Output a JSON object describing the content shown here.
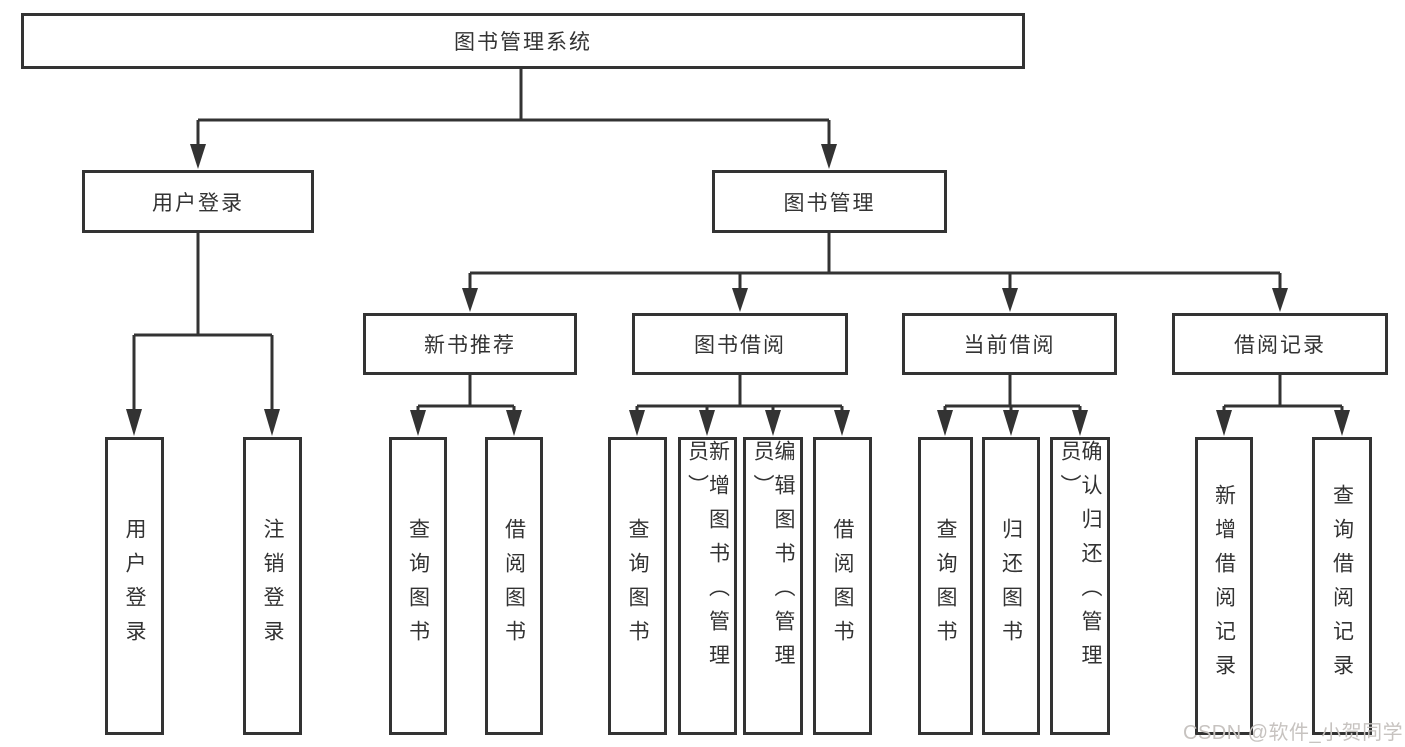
{
  "diagram": {
    "type": "tree-diagram",
    "title": "图书管理系统",
    "colors": {
      "background": "#ffffff",
      "line": "#333333",
      "box_border": "#333333",
      "box_fill": "#ffffff",
      "text": "#333333",
      "watermark_text": "#c7c3c0"
    },
    "nodes": {
      "root": {
        "label": "图书管理系统"
      },
      "userLogin": {
        "label": "用户登录"
      },
      "bookMgmt": {
        "label": "图书管理"
      },
      "newBook": {
        "label": "新书推荐"
      },
      "bookBorrow": {
        "label": "图书借阅"
      },
      "currentBorrow": {
        "label": "当前借阅"
      },
      "borrowRecord": {
        "label": "借阅记录"
      },
      "leafUserLogin": {
        "label": "用户登录"
      },
      "leafLogout": {
        "label": "注销登录"
      },
      "nbQuery": {
        "label": "查询图书"
      },
      "nbBorrow": {
        "label": "借阅图书"
      },
      "bbQuery": {
        "label": "查询图书"
      },
      "bbAdd": {
        "label": "新增图书（管理员）"
      },
      "bbEdit": {
        "label": "编辑图书（管理员）"
      },
      "bbBorrow": {
        "label": "借阅图书"
      },
      "cbQuery": {
        "label": "查询图书"
      },
      "cbReturn": {
        "label": "归还图书"
      },
      "cbConfirm": {
        "label": "确认归还（管理员）"
      },
      "brAdd": {
        "label": "新增借阅记录"
      },
      "brQuery": {
        "label": "查询借阅记录"
      }
    },
    "hierarchy": {
      "图书管理系统": [
        "用户登录",
        "图书管理"
      ],
      "用户登录": [
        "用户登录",
        "注销登录"
      ],
      "图书管理": [
        "新书推荐",
        "图书借阅",
        "当前借阅",
        "借阅记录"
      ],
      "新书推荐": [
        "查询图书",
        "借阅图书"
      ],
      "图书借阅": [
        "查询图书",
        "新增图书（管理员）",
        "编辑图书（管理员）",
        "借阅图书"
      ],
      "当前借阅": [
        "查询图书",
        "归还图书",
        "确认归还（管理员）"
      ],
      "借阅记录": [
        "新增借阅记录",
        "查询借阅记录"
      ]
    }
  },
  "watermark": {
    "text": "CSDN @软件_小贺同学"
  }
}
